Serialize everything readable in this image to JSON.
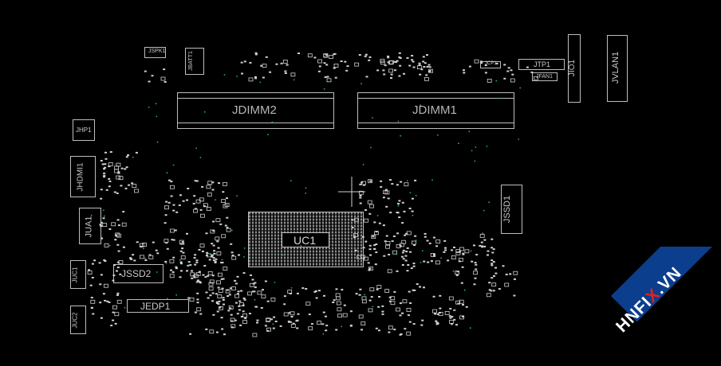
{
  "board": {
    "components": {
      "jdimm2": "JDIMM2",
      "jdimm1": "JDIMM1",
      "uc1": "UC1",
      "jssd2": "JSSD2",
      "jedp1": "JEDP1",
      "jssd1": "JSSD1",
      "jhdmi1": "JHDMI1",
      "jua1": "JUA1",
      "juc1": "JUC1",
      "juc2": "JUC2",
      "jhp1": "JHP1",
      "jio1": "JIO1",
      "jvlan1": "JVLAN1",
      "jtp1": "JTP1",
      "jfan1": "JFAN1",
      "jspk1": "JSPK1",
      "jbatt1": "JBATT1",
      "jcp1": "JCP1"
    },
    "colors": {
      "background": "#000000",
      "outline": "#bdbdbd",
      "pad": "#d0d0d0",
      "via": "#2aa7a0",
      "crosshair": "#cfcfcf"
    }
  },
  "watermark": {
    "brand_main": "HNFI",
    "brand_x": "X",
    "brand_tld": ".VN",
    "colors": {
      "band": "#0b3e8c",
      "text": "#ffffff",
      "x": "#e02020"
    }
  }
}
